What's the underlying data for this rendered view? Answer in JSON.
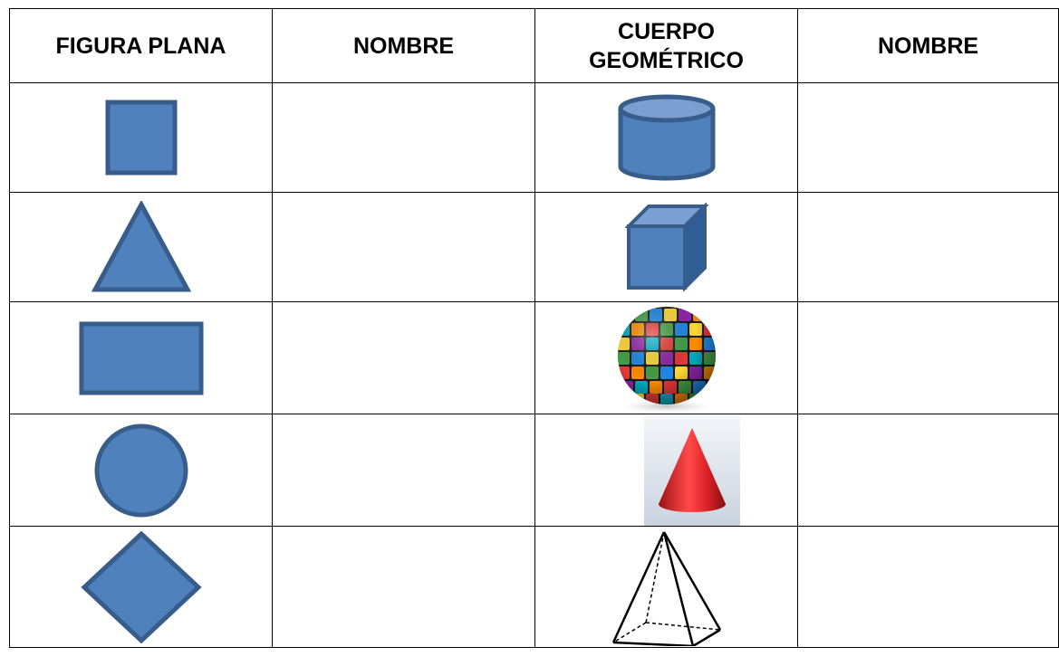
{
  "headers": {
    "flat_figure": "FIGURA PLANA",
    "name_1": "NOMBRE",
    "solid_line1": "CUERPO",
    "solid_line2": "GEOMÉTRICO",
    "name_2": "NOMBRE"
  },
  "colors": {
    "shape_fill": "#4f81bd",
    "shape_stroke": "#385d8a",
    "cone_red": "#e0262a",
    "border": "#000000"
  },
  "rows": [
    {
      "flat_icon": "square-icon",
      "solid_icon": "cylinder-icon",
      "name_flat": "",
      "name_solid": ""
    },
    {
      "flat_icon": "triangle-icon",
      "solid_icon": "cube-icon",
      "name_flat": "",
      "name_solid": ""
    },
    {
      "flat_icon": "rectangle-icon",
      "solid_icon": "sphere-icon",
      "name_flat": "",
      "name_solid": ""
    },
    {
      "flat_icon": "circle-icon",
      "solid_icon": "cone-icon",
      "name_flat": "",
      "name_solid": ""
    },
    {
      "flat_icon": "rhombus-icon",
      "solid_icon": "pyramid-icon",
      "name_flat": "",
      "name_solid": ""
    }
  ]
}
